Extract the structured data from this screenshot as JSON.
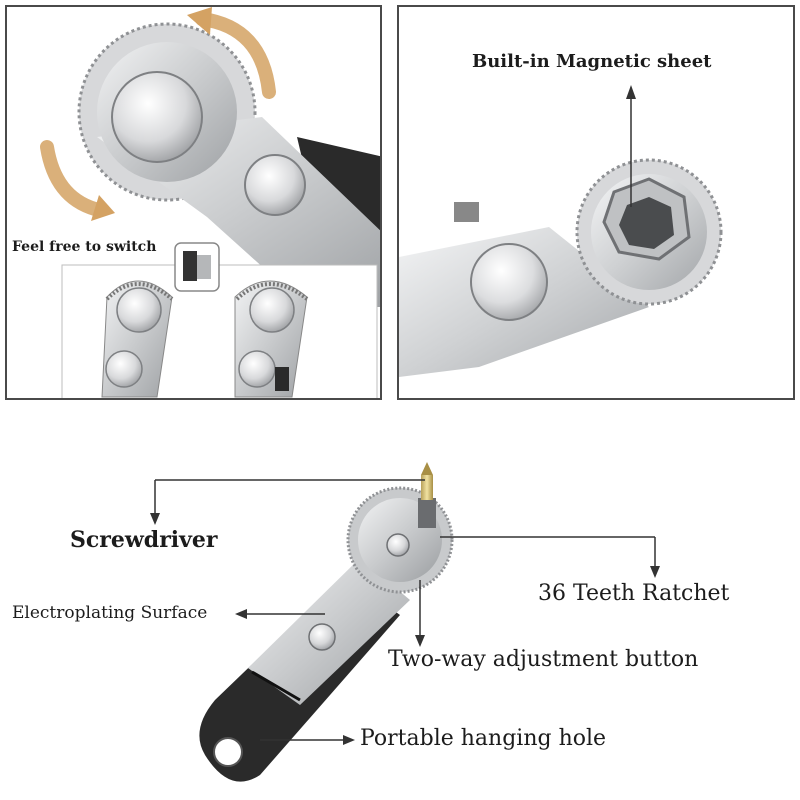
{
  "left_panel": {
    "switch_caption": "Feel free to switch"
  },
  "right_panel": {
    "magnet_label": "Built-in Magnetic sheet"
  },
  "main": {
    "screwdriver_label": "Screwdriver",
    "ratchet_label": "36 Teeth Ratchet",
    "surface_label": "Electroplating Surface",
    "button_label": "Two-way adjustment button",
    "hole_label": "Portable hanging hole"
  },
  "colors": {
    "arrow_orange": "#d4a263",
    "metal": "#c8cacc",
    "handle_black": "#2a2a2a",
    "border": "#4a4a4a"
  }
}
